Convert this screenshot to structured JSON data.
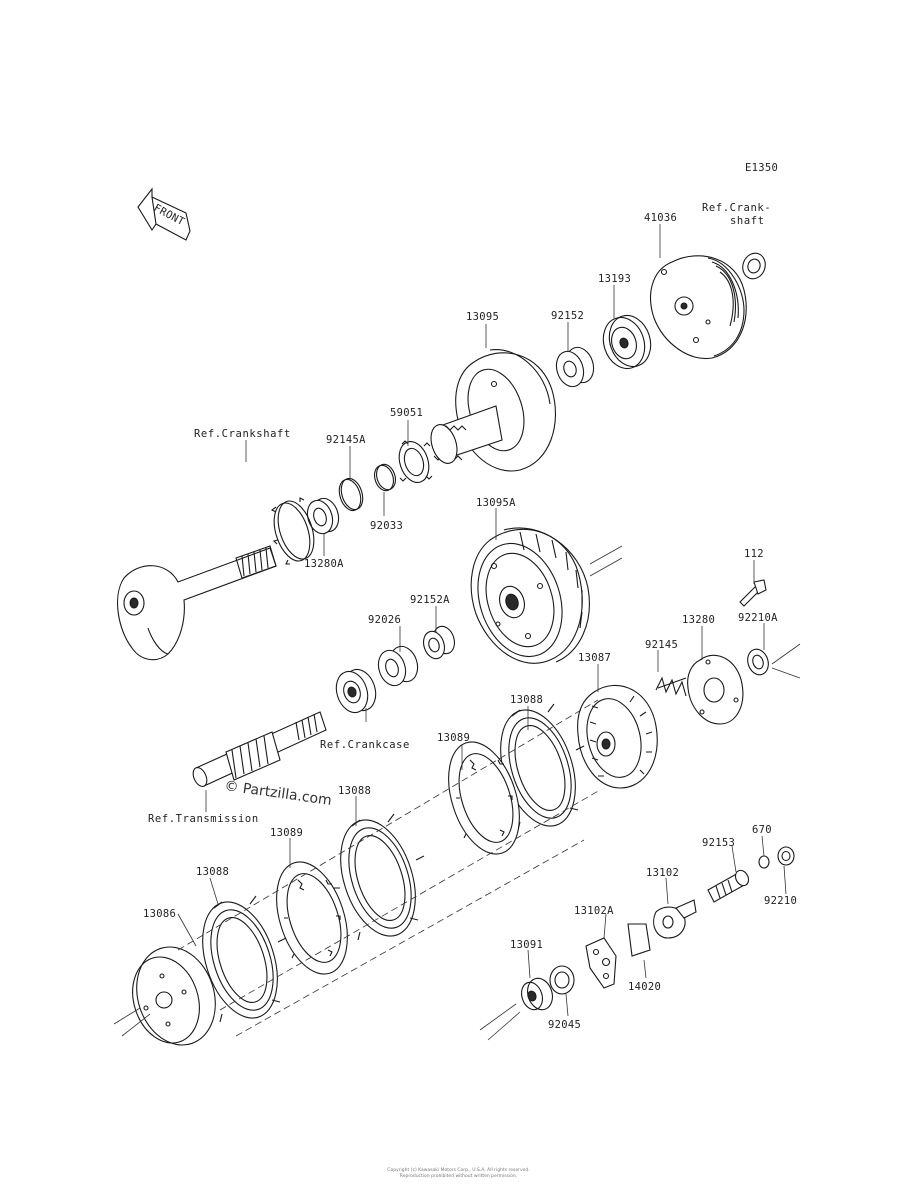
{
  "diagram_code": "E1350",
  "front_marker": "FRONT",
  "watermark": "© Partzilla.com",
  "reference_labels": {
    "crankshaft_top": "Ref.Crank-",
    "crankshaft_top_2": "shaft",
    "crankshaft_left": "Ref.Crankshaft",
    "crankcase": "Ref.Crankcase",
    "transmission": "Ref.Transmission"
  },
  "part_numbers": {
    "p41036": "41036",
    "p13193": "13193",
    "p92152": "92152",
    "p13095": "13095",
    "p59051": "59051",
    "p92145A": "92145A",
    "p92033": "92033",
    "p13280A": "13280A",
    "p13095A": "13095A",
    "p112": "112",
    "p92152A": "92152A",
    "p92026": "92026",
    "p13280": "13280",
    "p92210A": "92210A",
    "p92145": "92145",
    "p13087": "13087",
    "p13088_a": "13088",
    "p13089_a": "13089",
    "p13088_b": "13088",
    "p13089_b": "13089",
    "p13088_c": "13088",
    "p13086": "13086",
    "p670": "670",
    "p92153": "92153",
    "p13102": "13102",
    "p92210": "92210",
    "p13102A": "13102A",
    "p13091": "13091",
    "p14020": "14020",
    "p92045": "92045"
  },
  "footer_line_1": "Copyright (c) Kawasaki Motors Corp., U.S.A. All rights reserved.",
  "footer_line_2": "Reproduction prohibited without written permission."
}
